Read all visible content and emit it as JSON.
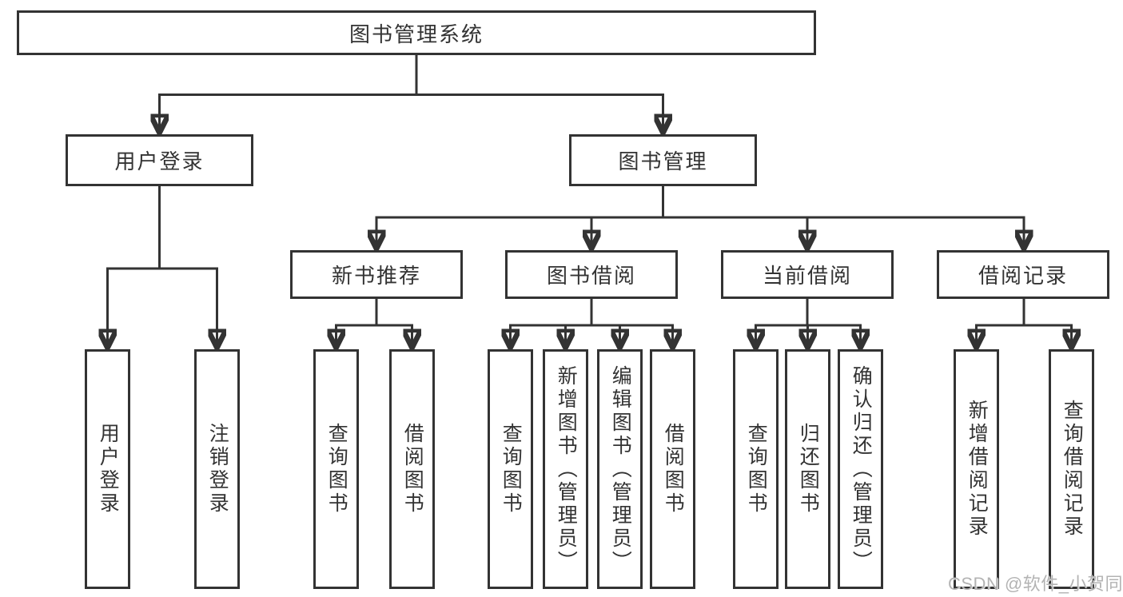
{
  "colors": {
    "line": "#333333",
    "box_border": "#333333",
    "text": "#333333",
    "background": "#ffffff",
    "watermark": "#b3b3b3"
  },
  "diagram": {
    "root": {
      "label": "图书管理系统"
    },
    "level1": {
      "user_login": {
        "label": "用户登录"
      },
      "book_mgmt": {
        "label": "图书管理"
      }
    },
    "level2": {
      "new_book_rec": {
        "label": "新书推荐"
      },
      "book_borrow": {
        "label": "图书借阅"
      },
      "current_borrow": {
        "label": "当前借阅"
      },
      "borrow_record": {
        "label": "借阅记录"
      }
    },
    "leaves": {
      "user_login": [
        "用户登录",
        "注销登录"
      ],
      "new_book_rec": [
        "查询图书",
        "借阅图书"
      ],
      "book_borrow": [
        "查询图书",
        "新增图书（管理员）",
        "编辑图书（管理员）",
        "借阅图书"
      ],
      "current_borrow": [
        "查询图书",
        "归还图书",
        "确认归还（管理员）"
      ],
      "borrow_record": [
        "新增借阅记录",
        "查询借阅记录"
      ]
    }
  },
  "watermark": {
    "text": "CSDN @软件_小贺同学"
  }
}
